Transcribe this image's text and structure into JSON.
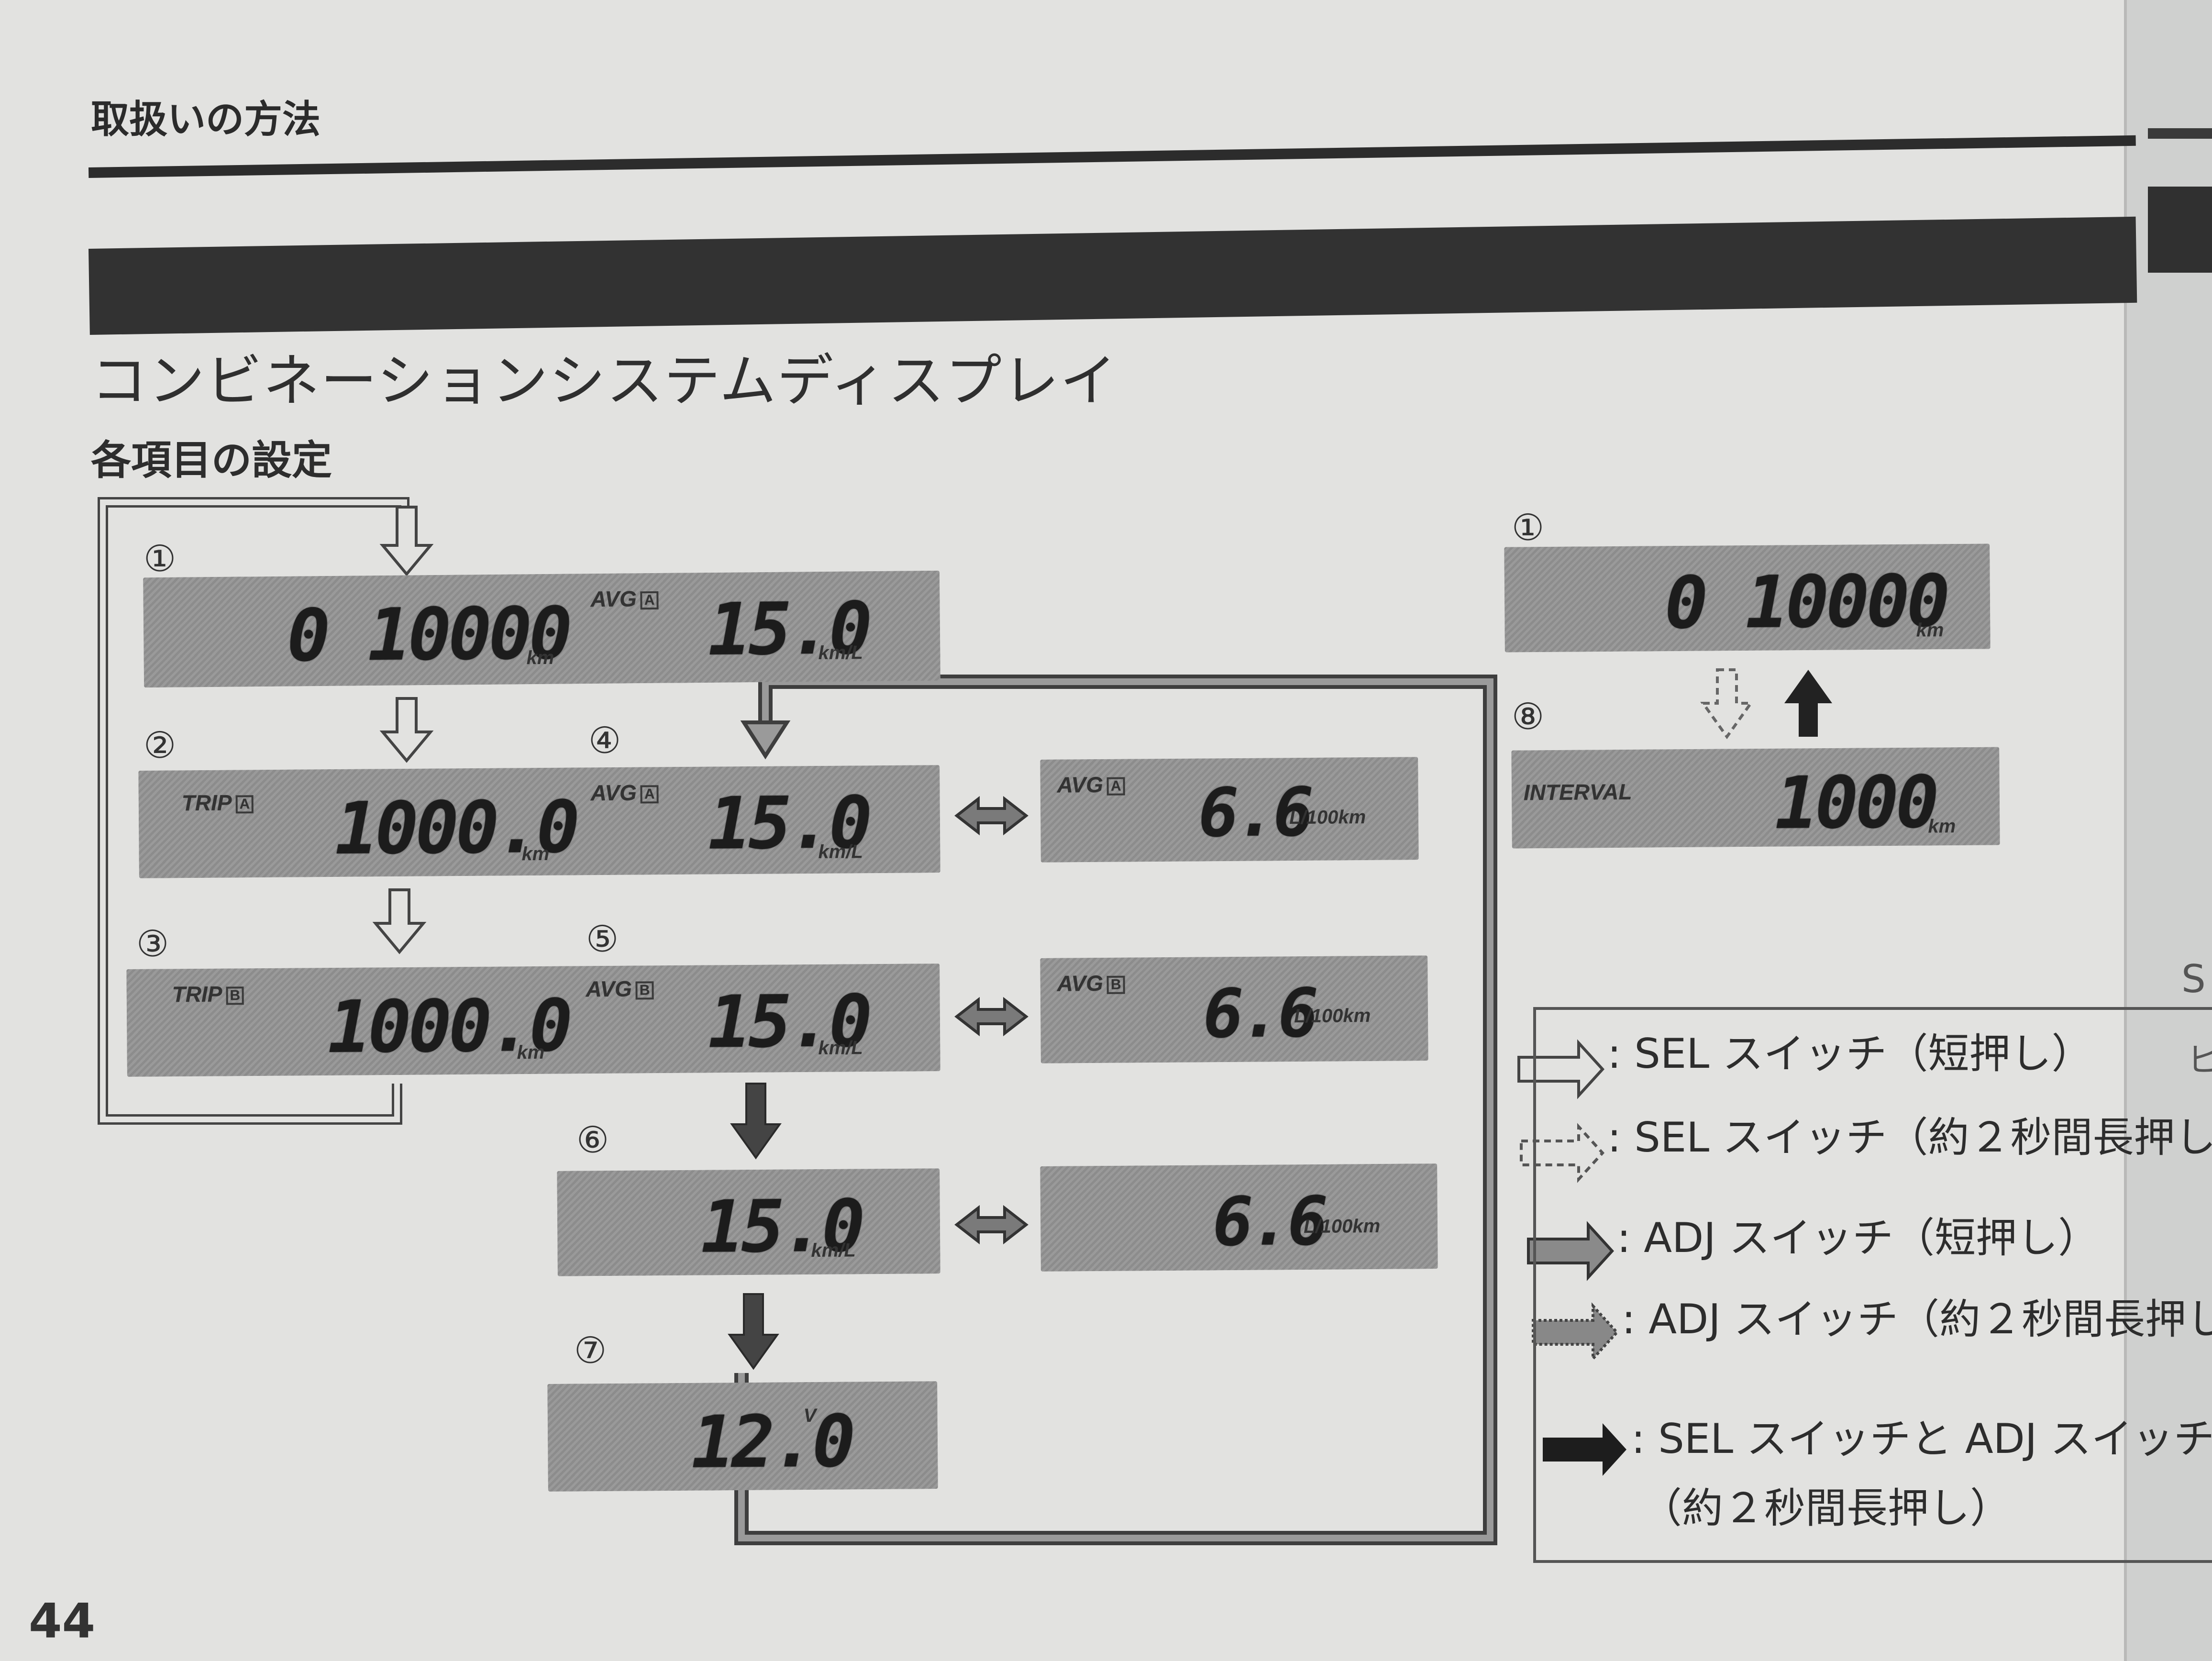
{
  "page": {
    "section_heading": "取扱いの方法",
    "title": "コンビネーションシステムディスプレイ",
    "subtitle": "各項目の設定",
    "page_number": "44"
  },
  "steps": [
    "①",
    "②",
    "③",
    "④",
    "⑤",
    "⑥",
    "⑦",
    "⑧"
  ],
  "displays": {
    "d1": {
      "odo": "0 10000",
      "odo_unit": "km",
      "label": "AVG",
      "label_badge": "A",
      "value": "15.0",
      "unit": "km/L"
    },
    "d2": {
      "label": "TRIP",
      "label_badge": "A",
      "value": "1000.0",
      "unit": "km",
      "label2": "AVG",
      "label2_badge": "A",
      "value2": "15.0",
      "unit2": "km/L"
    },
    "d2b": {
      "label": "AVG",
      "label_badge": "A",
      "value": "6.6",
      "unit": "L/100km"
    },
    "d3": {
      "label": "TRIP",
      "label_badge": "B",
      "value": "1000.0",
      "unit": "km",
      "label2": "AVG",
      "label2_badge": "B",
      "value2": "15.0",
      "unit2": "km/L"
    },
    "d3b": {
      "label": "AVG",
      "label_badge": "B",
      "value": "6.6",
      "unit": "L/100km"
    },
    "d6": {
      "value": "15.0",
      "unit": "km/L"
    },
    "d6b": {
      "value": "6.6",
      "unit": "L/100km"
    },
    "d7": {
      "value": "12.0",
      "unit": "V"
    },
    "r1": {
      "value": "0 10000",
      "unit": "km"
    },
    "r8": {
      "label": "INTERVAL",
      "value": "1000",
      "unit": "km"
    }
  },
  "legend": {
    "items": [
      ": SEL スイッチ（短押し）",
      ": SEL スイッチ（約２秒間長押し",
      ": ADJ スイッチ（短押し）",
      ": ADJ スイッチ（約２秒間長押し",
      ": SEL スイッチと ADJ スイッチ",
      "（約２秒間長押し）"
    ]
  },
  "margin_text": [
    "S",
    "ヒ"
  ]
}
